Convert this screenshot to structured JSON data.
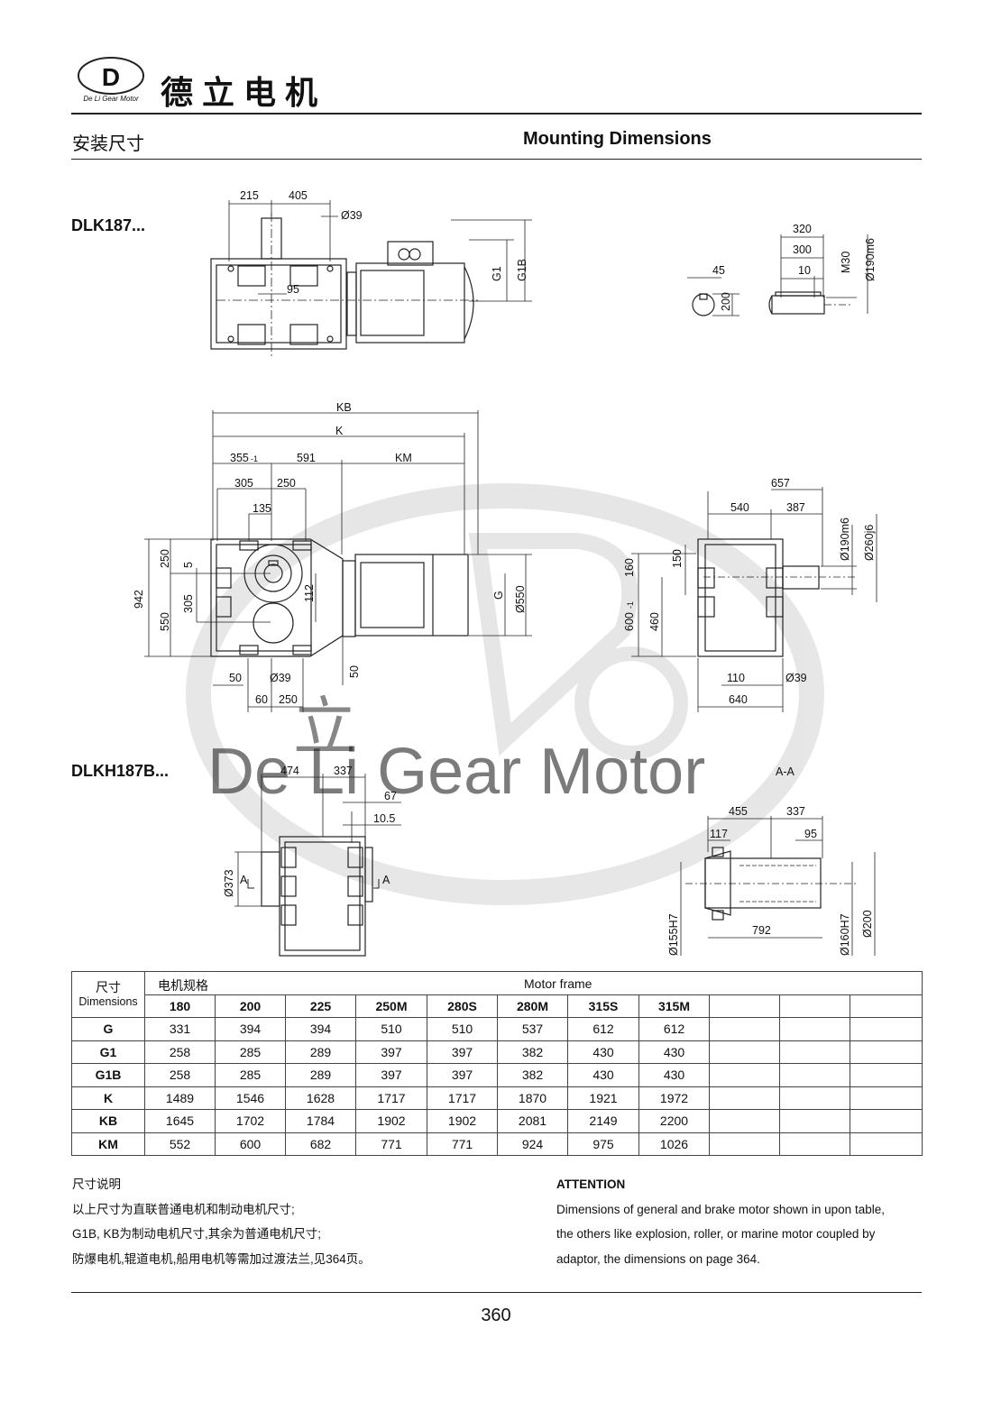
{
  "header": {
    "logo_text": "De Li Gear Motor",
    "brand_cn": "德立电机",
    "section_cn": "安装尺寸",
    "section_en": "Mounting Dimensions"
  },
  "watermark": {
    "text": "De Li Gear Motor",
    "cn": "立"
  },
  "models": {
    "dlk": "DLK187...",
    "dlkh": "DLKH187B..."
  },
  "drawing1": {
    "d215": "215",
    "d405": "405",
    "d39": "Ø39",
    "d95": "95",
    "g1": "G1",
    "g1b": "G1B"
  },
  "shaft1": {
    "d45": "45",
    "d200": "200",
    "d320": "320",
    "d300": "300",
    "d10": "10",
    "m30": "M30",
    "d190": "Ø190m6"
  },
  "drawing2": {
    "kb": "KB",
    "k": "K",
    "d355": "355",
    "d355_tol": "-1",
    "d591": "591",
    "km": "KM",
    "d305": "305",
    "d250": "250",
    "d135": "135",
    "d942": "942",
    "d250v": "250",
    "d5": "5",
    "d305v": "305",
    "d550v": "550",
    "d112": "112",
    "g": "G",
    "d550": "Ø550",
    "d50": "50",
    "d39": "Ø39",
    "d50v": "50",
    "d60": "60",
    "d250b": "250"
  },
  "side2": {
    "d657": "657",
    "d540": "540",
    "d387": "387",
    "d160": "160",
    "d150": "150",
    "d600": "600",
    "d600_tol": "-1",
    "d460": "460",
    "d190": "Ø190m6",
    "d260": "Ø260j6",
    "d110": "110",
    "d39": "Ø39",
    "d640": "640"
  },
  "drawing3": {
    "d474": "474",
    "d337": "337",
    "d67": "67",
    "d105": "10.5",
    "d373": "Ø373",
    "a": "A"
  },
  "section_aa": {
    "title": "A-A",
    "d455": "455",
    "d337": "337",
    "d117": "117",
    "d95": "95",
    "d792": "792",
    "d155": "Ø155H7",
    "d160": "Ø160H7",
    "d200": "Ø200"
  },
  "table": {
    "dims_cn": "尺寸",
    "dims_en": "Dimensions",
    "motor_cn": "电机规格",
    "motor_en": "Motor frame",
    "frames": [
      "180",
      "200",
      "225",
      "250M",
      "280S",
      "280M",
      "315S",
      "315M",
      "",
      "",
      ""
    ],
    "rows": [
      {
        "label": "G",
        "values": [
          "331",
          "394",
          "394",
          "510",
          "510",
          "537",
          "612",
          "612",
          "",
          "",
          ""
        ]
      },
      {
        "label": "G1",
        "values": [
          "258",
          "285",
          "289",
          "397",
          "397",
          "382",
          "430",
          "430",
          "",
          "",
          ""
        ]
      },
      {
        "label": "G1B",
        "values": [
          "258",
          "285",
          "289",
          "397",
          "397",
          "382",
          "430",
          "430",
          "",
          "",
          ""
        ]
      },
      {
        "label": "K",
        "values": [
          "1489",
          "1546",
          "1628",
          "1717",
          "1717",
          "1870",
          "1921",
          "1972",
          "",
          "",
          ""
        ]
      },
      {
        "label": "KB",
        "values": [
          "1645",
          "1702",
          "1784",
          "1902",
          "1902",
          "2081",
          "2149",
          "2200",
          "",
          "",
          ""
        ]
      },
      {
        "label": "KM",
        "values": [
          "552",
          "600",
          "682",
          "771",
          "771",
          "924",
          "975",
          "1026",
          "",
          "",
          ""
        ]
      }
    ]
  },
  "notes_cn": {
    "title": "尺寸说明",
    "line1": "以上尺寸为直联普通电机和制动电机尺寸;",
    "line2": "G1B, KB为制动电机尺寸,其余为普通电机尺寸;",
    "line3": "防爆电机,辊道电机,船用电机等需加过渡法兰,见364页。"
  },
  "notes_en": {
    "title": "ATTENTION",
    "line1": "Dimensions of general and brake motor shown in upon table,",
    "line2": "the others like explosion, roller, or marine motor coupled by",
    "line3": "adaptor, the dimensions on page 364."
  },
  "footer": {
    "page": "360"
  }
}
